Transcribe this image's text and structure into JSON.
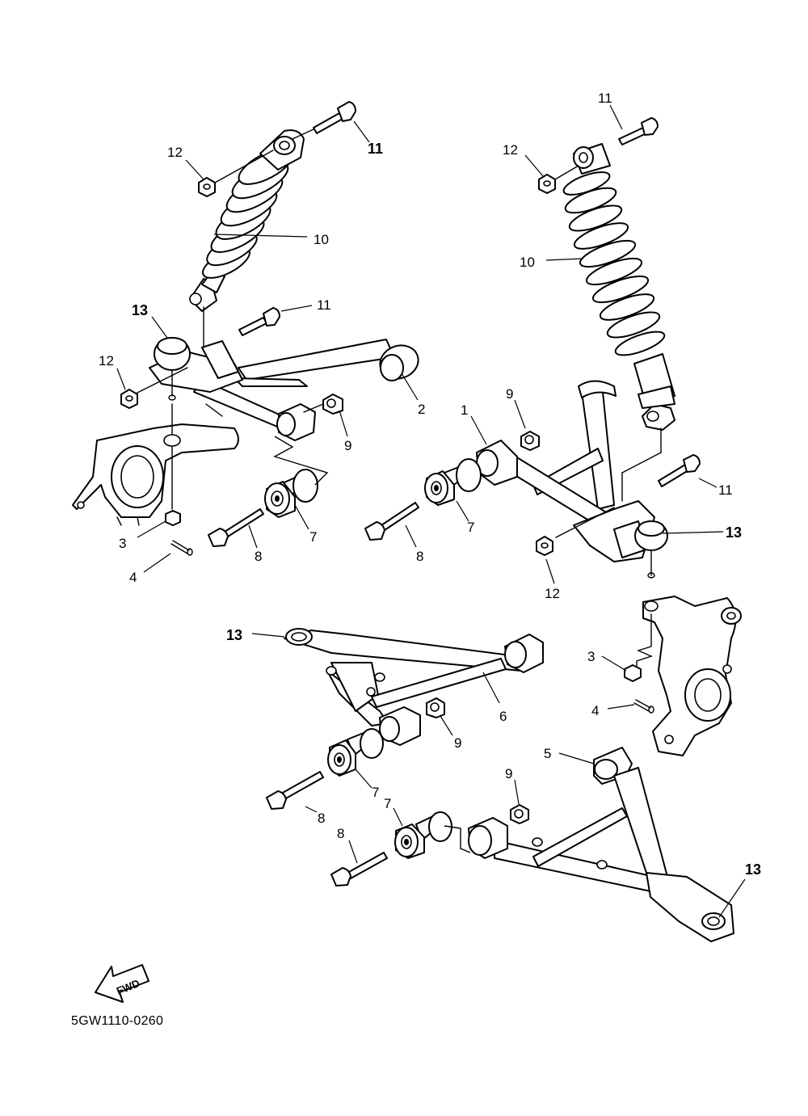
{
  "drawing_code": "5GW1110-0260",
  "fwd_label": "FWD",
  "callouts": {
    "c1": "1",
    "c2": "2",
    "c3a": "3",
    "c3b": "3",
    "c4a": "4",
    "c4b": "4",
    "c5": "5",
    "c6": "6",
    "c7a": "7",
    "c7b": "7",
    "c7c": "7",
    "c7d": "7",
    "c8a": "8",
    "c8b": "8",
    "c8c": "8",
    "c8d": "8",
    "c9a": "9",
    "c9b": "9",
    "c9c": "9",
    "c9d": "9",
    "c10a": "10",
    "c10b": "10",
    "c11a": "11",
    "c11b": "11",
    "c11c": "11",
    "c11d": "11",
    "c12a": "12",
    "c12b": "12",
    "c12c": "12",
    "c12d": "12",
    "c13a": "13",
    "c13b": "13",
    "c13c": "13",
    "c13d": "13"
  }
}
